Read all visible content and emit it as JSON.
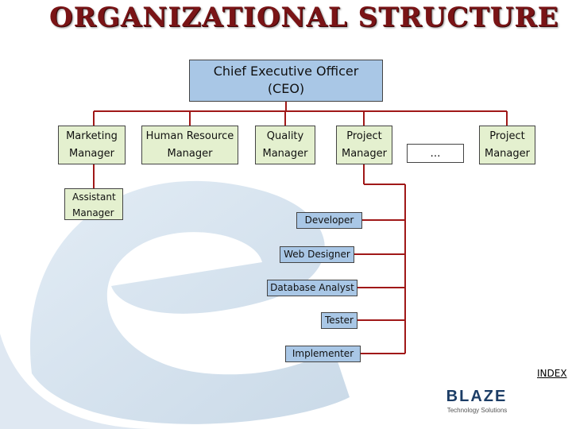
{
  "title": "ORGANIZATIONAL STRUCTURE",
  "ceo": {
    "line1": "Chief Executive Officer",
    "line2": "(CEO)"
  },
  "managers": [
    {
      "line1": "Marketing",
      "line2": "Manager"
    },
    {
      "line1": "Human Resource",
      "line2": "Manager"
    },
    {
      "line1": "Quality",
      "line2": "Manager"
    },
    {
      "line1": "Project",
      "line2": "Manager"
    },
    {
      "line1": "Project",
      "line2": "Manager"
    }
  ],
  "ellipsis": "…",
  "assistant": {
    "line1": "Assistant",
    "line2": "Manager"
  },
  "team_roles": [
    "Developer",
    "Web Designer",
    "Database Analyst",
    "Tester",
    "Implementer"
  ],
  "index_link": "INDEX",
  "brand": {
    "name": "BLAZE",
    "tagline": "Technology Solutions"
  },
  "colors": {
    "title": "#7a1416",
    "connector": "#a01818",
    "node_blue": "#a9c7e6",
    "node_green": "#e4f0cf"
  }
}
